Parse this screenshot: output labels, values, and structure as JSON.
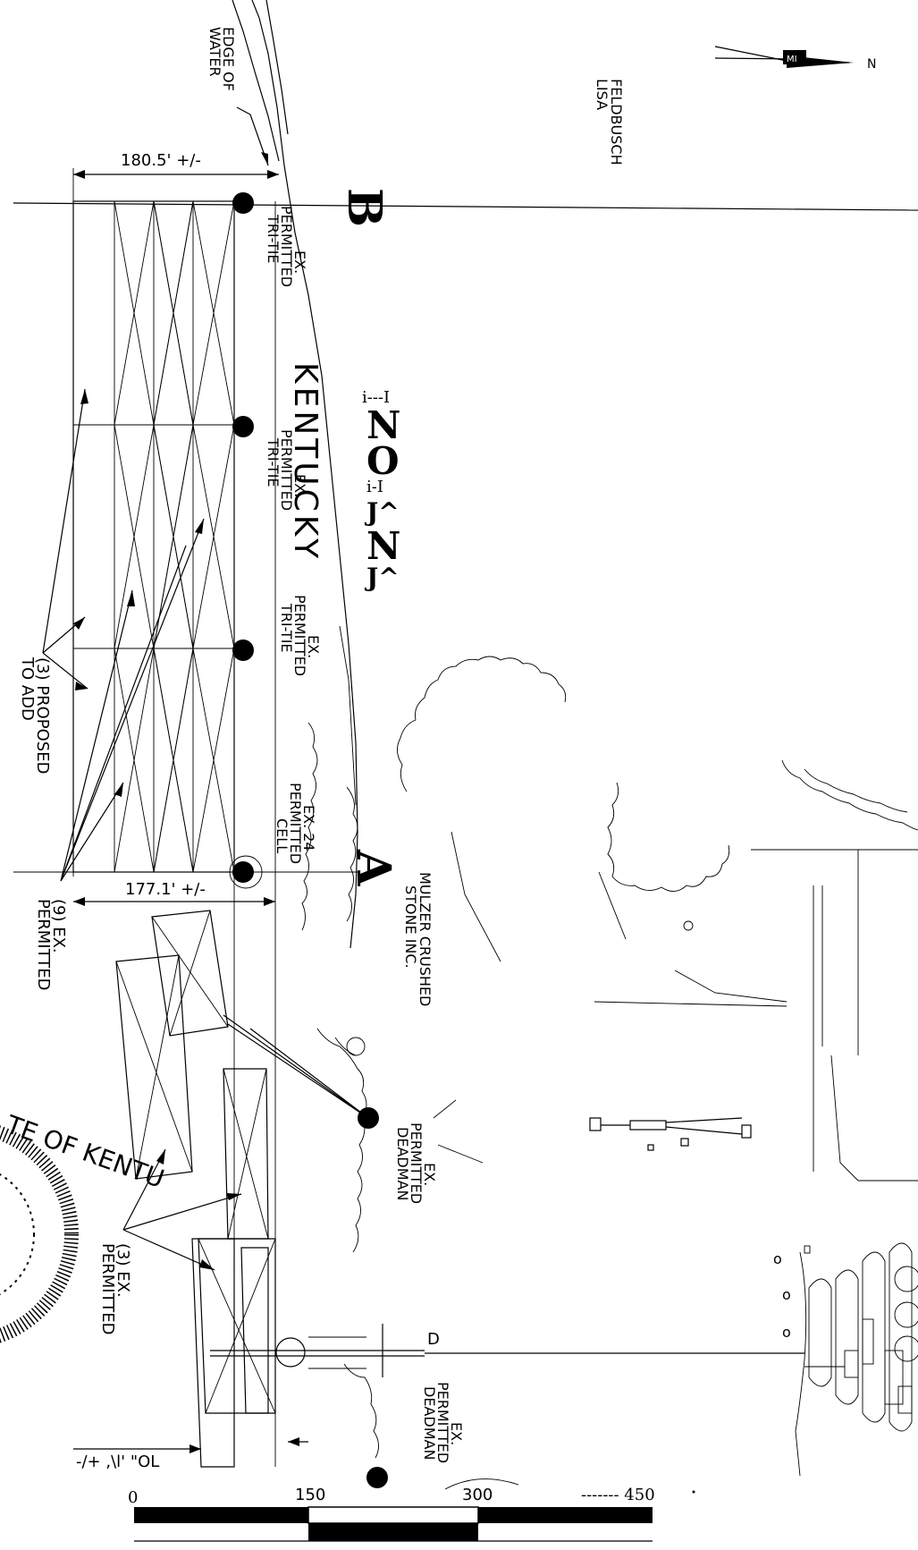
{
  "labels": {
    "edge_of_water": [
      "EDGE OF",
      "WATER"
    ],
    "owner": [
      "LISA",
      "FELDBUSCH"
    ],
    "dim_top": "180.5' +/-",
    "dim_bottom": "177.1' +/-",
    "dim_lower": "-/+ ,\\l' \"OL",
    "point_b": "B",
    "point_a": "A",
    "point_d": "D",
    "kentucky": "KENTUCKY",
    "indiana_reversed": [
      "i---I",
      "N",
      "O",
      "i-I",
      "J^",
      "N",
      "J^"
    ],
    "tri_tie_1": [
      "EX.",
      "PERMITTED",
      "TRI-TIE"
    ],
    "tri_tie_2": [
      "EX.",
      "PERMITTED",
      "TRI-TIE"
    ],
    "tri_tie_3": [
      "EX.",
      "PERMITTED",
      "TRI-TIE"
    ],
    "cell": [
      "EX. 24",
      "PERMITTED",
      "CELL"
    ],
    "proposed": [
      "(3) PROPOSED",
      "TO ADD"
    ],
    "nine_ex": [
      "(9) EX.",
      "PERMITTED"
    ],
    "three_ex": [
      "(3) EX.",
      "PERMITTED"
    ],
    "mulzer": [
      "MULZER CRUSHED",
      "STONE INC."
    ],
    "deadman_1": [
      "EX.",
      "PERMITTED",
      "DEADMAN"
    ],
    "deadman_2": [
      "EX.",
      "PERMITTED",
      "DEADMAN"
    ],
    "seal": "TE OF KENTU",
    "north_arrow_letter": "N",
    "north_arrow_box": "MI"
  },
  "scale_bar": {
    "ticks": [
      "0",
      "150",
      "300",
      "------- 450"
    ]
  }
}
